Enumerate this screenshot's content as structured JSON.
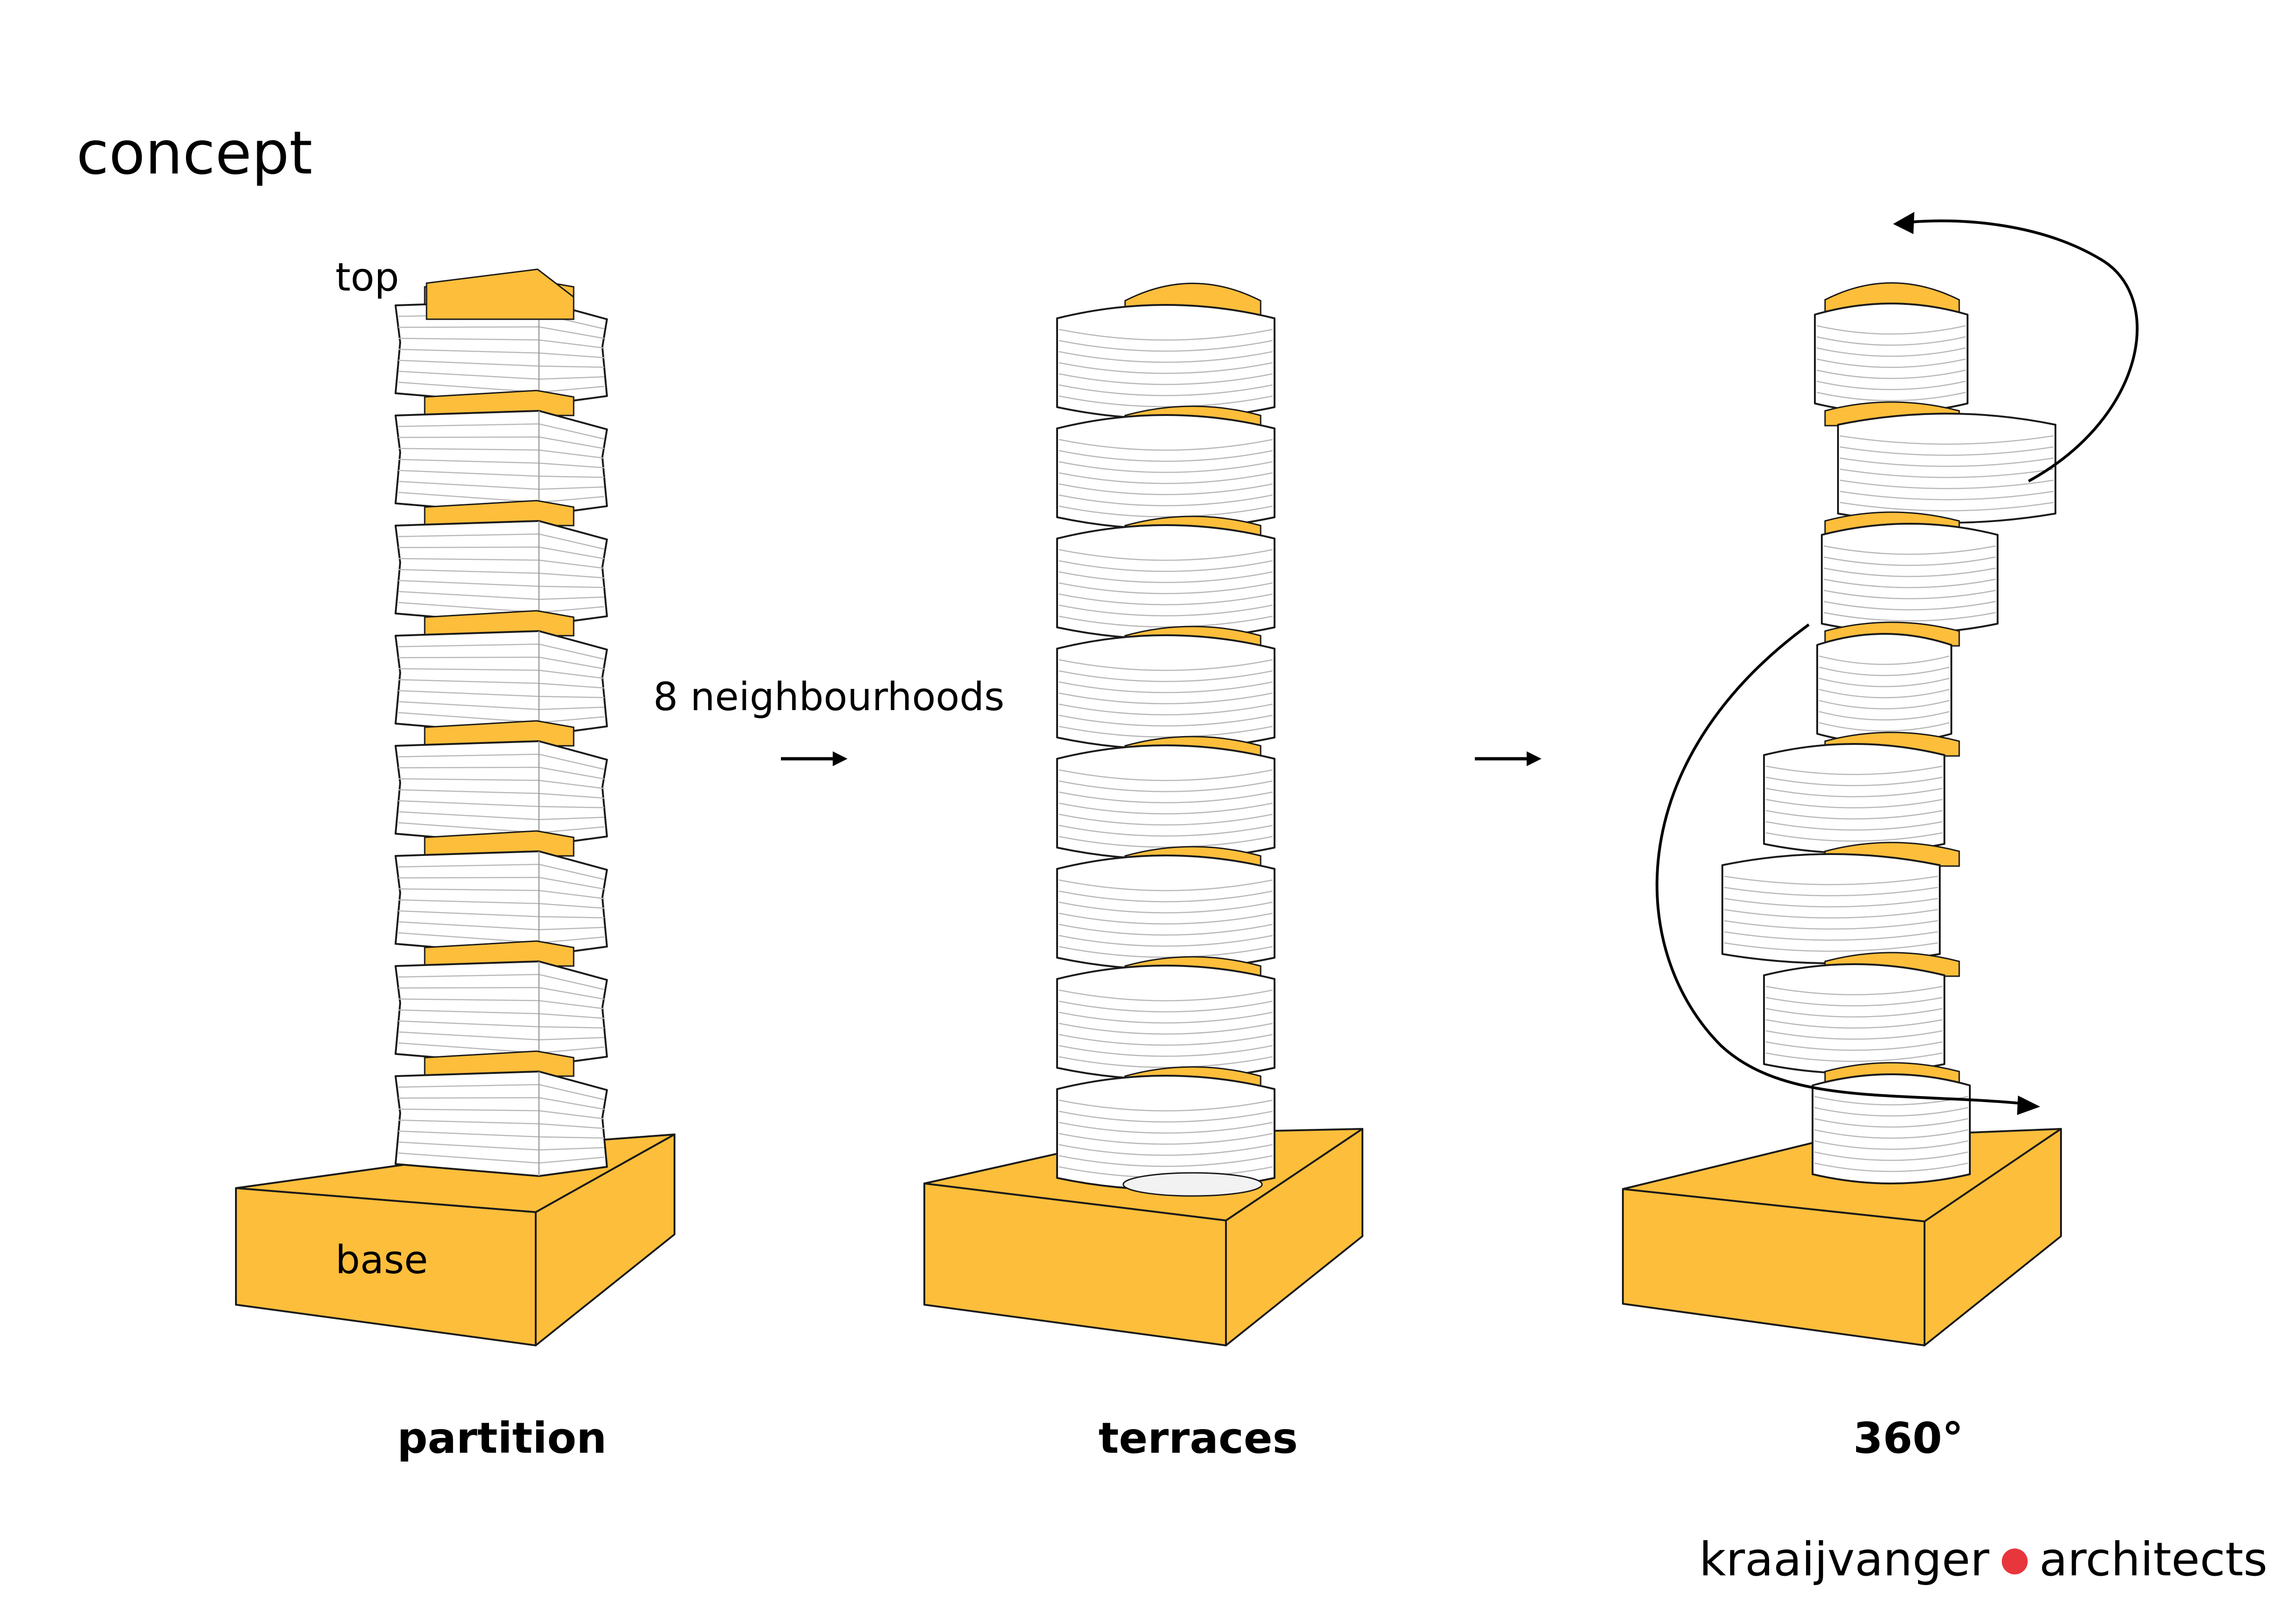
{
  "title": "concept",
  "colors": {
    "accent": "#FDBE3B",
    "accent_dark": "#F4AE22",
    "floor": "#FFFFFF",
    "outline": "#1A1A1A",
    "brand_dot": "#E8363D"
  },
  "labels": {
    "top": "top",
    "base": "base",
    "neighbourhoods": "8 neighbourhoods"
  },
  "stages": [
    {
      "caption": "partition"
    },
    {
      "caption": "terraces"
    },
    {
      "caption": "360°"
    }
  ],
  "diagram": {
    "neighbourhood_count": 8,
    "floors_per_neighbourhood": 8
  },
  "brand": {
    "left": "kraaijvanger",
    "right": "architects"
  }
}
